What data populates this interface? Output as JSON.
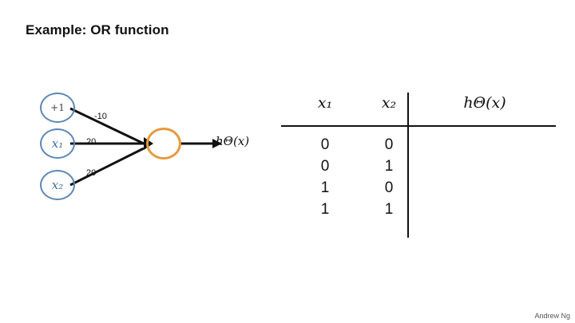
{
  "slide": {
    "title": "Example: OR function",
    "credit": "Andrew Ng"
  },
  "network": {
    "nodes": [
      {
        "name": "bias-node",
        "label": "+1"
      },
      {
        "name": "input-node-x1",
        "label": "x₁"
      },
      {
        "name": "input-node-x2",
        "label": "x₂"
      },
      {
        "name": "output-node",
        "label": ""
      }
    ],
    "weights": [
      {
        "name": "weight-bias",
        "label": "-10"
      },
      {
        "name": "weight-x1",
        "label": "20"
      },
      {
        "name": "weight-x2",
        "label": "20"
      }
    ],
    "output_label": "hΘ(x)"
  },
  "truth_table": {
    "headers": [
      "x₁",
      "x₂",
      "hΘ(x)"
    ],
    "col_x1": [
      "0",
      "0",
      "1",
      "1"
    ],
    "col_x2": [
      "0",
      "1",
      "0",
      "1"
    ],
    "col_h": [
      "",
      "",
      "",
      ""
    ]
  },
  "colors": {
    "input_node_stroke": "#5b86b5",
    "output_node_stroke": "#e69a3c",
    "text": "#111111"
  }
}
